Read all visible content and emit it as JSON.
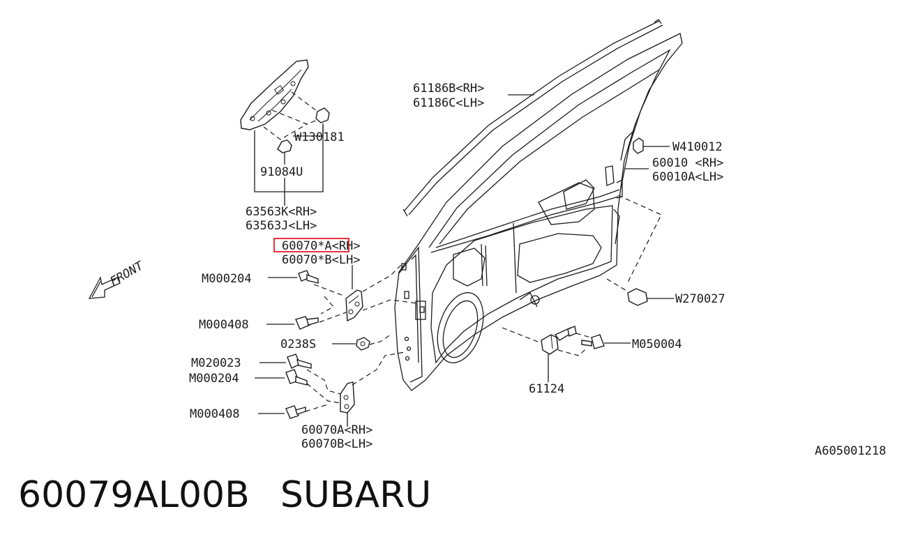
{
  "labels": {
    "l_61186b": "61186B<RH>",
    "l_61186c": "61186C<LH>",
    "l_w130181": "W130181",
    "l_91084u": "91084U",
    "l_63563k": "63563K<RH>",
    "l_63563j": "63563J<LH>",
    "l_60070a_star": "60070*A<RH>",
    "l_60070b_star": "60070*B<LH>",
    "l_w410012": "W410012",
    "l_60010": "60010 <RH>",
    "l_60010a": "60010A<LH>",
    "l_front": "FRONT",
    "l_m000204_a": "M000204",
    "l_m000408_a": "M000408",
    "l_w270027": "W270027",
    "l_02385": "0238S",
    "l_m050004": "M050004",
    "l_m020023": "M020023",
    "l_m000204_b": "M000204",
    "l_m000408_b": "M000408",
    "l_61124": "61124",
    "l_60070a": "60070A<RH>",
    "l_60070b": "60070B<LH>",
    "l_ref": "A605001218"
  },
  "highlight": {
    "target": "60070*A<RH>",
    "color": "#e8323c"
  },
  "footer": {
    "part_number": "60079AL00B",
    "brand": "SUBARU"
  }
}
